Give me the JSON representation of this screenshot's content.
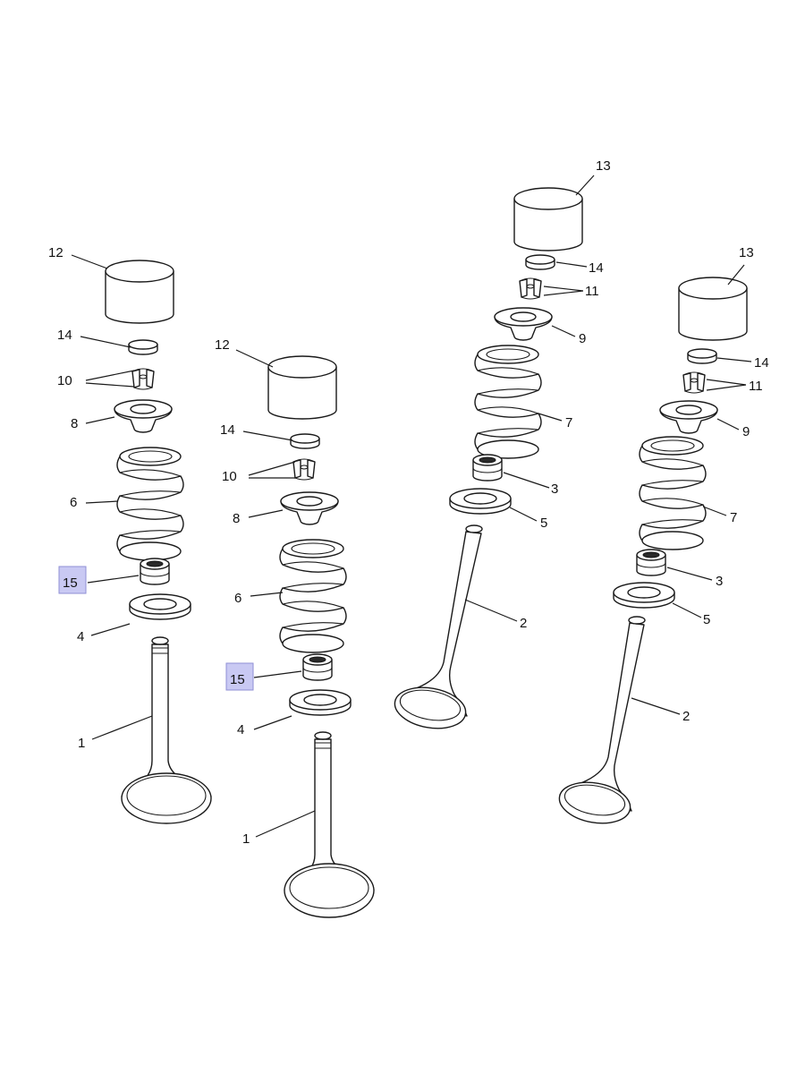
{
  "labels": {
    "c1": {
      "n12": "12",
      "n14": "14",
      "n10": "10",
      "n8": "8",
      "n6": "6",
      "n15": "15",
      "n4": "4",
      "n1": "1"
    },
    "c2": {
      "n12": "12",
      "n14": "14",
      "n10": "10",
      "n8": "8",
      "n6": "6",
      "n15": "15",
      "n4": "4",
      "n1": "1"
    },
    "c3": {
      "n13": "13",
      "n14": "14",
      "n11": "11",
      "n9": "9",
      "n7": "7",
      "n3": "3",
      "n5": "5",
      "n2": "2"
    },
    "c4": {
      "n13": "13",
      "n14": "14",
      "n11": "11",
      "n9": "9",
      "n7": "7",
      "n3": "3",
      "n5": "5",
      "n2": "2"
    }
  },
  "colors": {
    "highlight": "#c9c9f3",
    "line": "#1a1a1a"
  }
}
